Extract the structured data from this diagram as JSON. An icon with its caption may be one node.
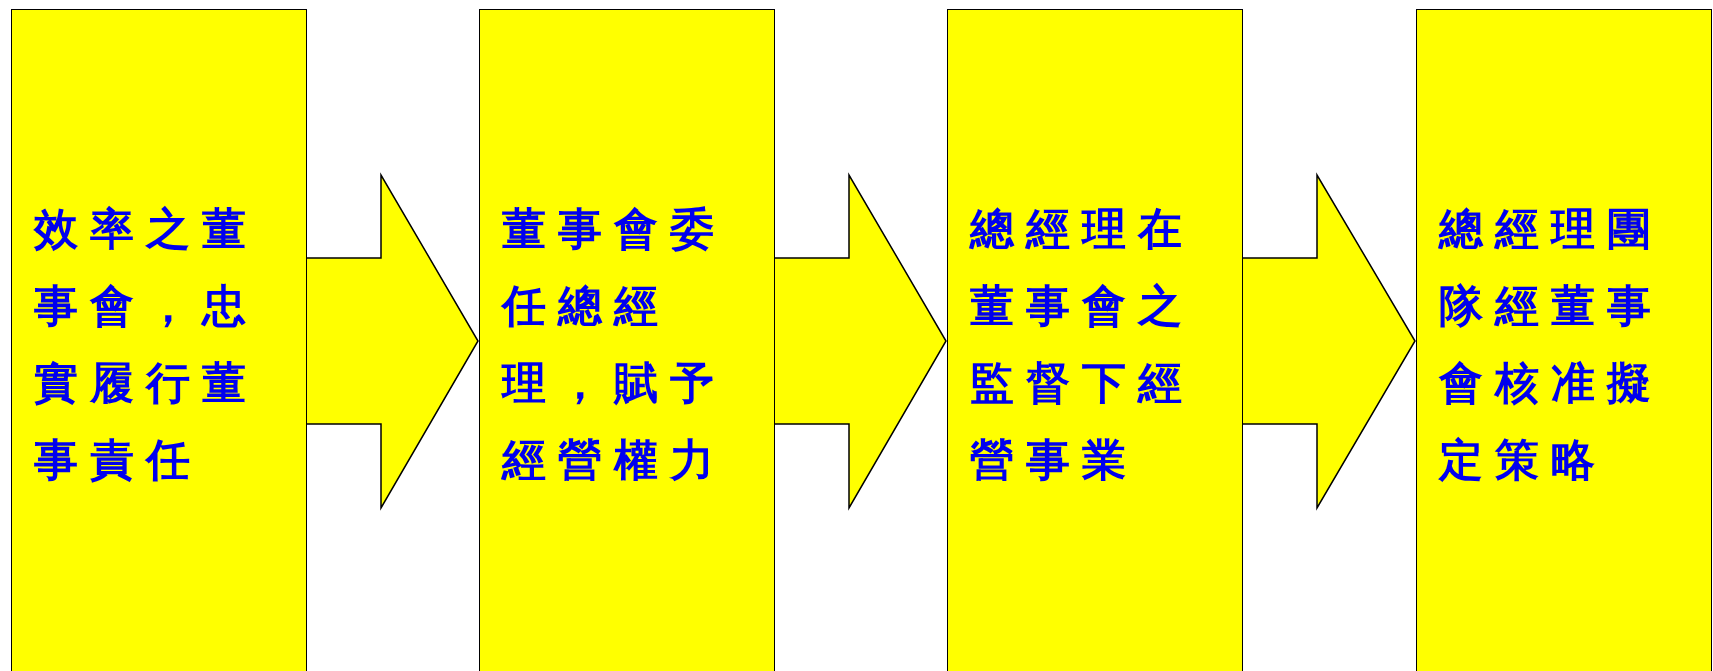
{
  "diagram": {
    "nodes": [
      {
        "text": [
          "效率之董事會，忠實履行董事責任"
        ]
      },
      {
        "text": [
          "董事會委任總經理，賦予經營權力"
        ]
      },
      {
        "text": [
          "總經理在董事會之監督下經營事業"
        ]
      },
      {
        "text": [
          "總經理團隊經董事會核准擬定策略"
        ]
      }
    ],
    "edges": [
      {
        "from": 0,
        "to": 1,
        "arrow": "to"
      },
      {
        "from": 1,
        "to": 2,
        "arrow": "to"
      },
      {
        "from": 2,
        "to": 3,
        "arrow": "to"
      }
    ]
  }
}
